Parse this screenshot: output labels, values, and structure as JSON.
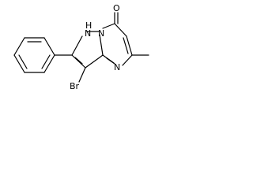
{
  "molecule": {
    "atoms": {
      "br": "Br",
      "nh": "N",
      "h": "H",
      "n": "N",
      "o": "O"
    }
  },
  "colors": {
    "bond": "#000000",
    "label": "#000000",
    "background": "#ffffff"
  }
}
